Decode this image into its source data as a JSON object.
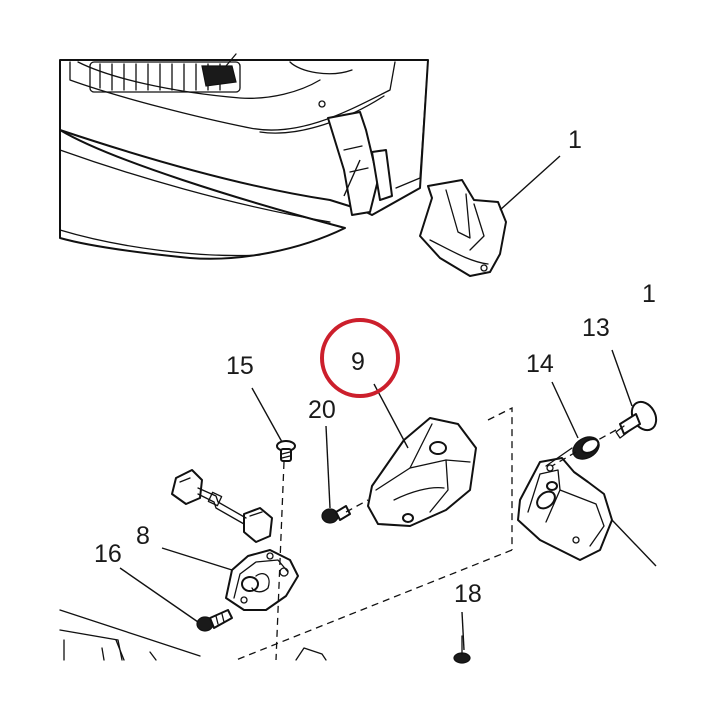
{
  "callouts": {
    "c1_top": "1",
    "c1_right": "1",
    "c13": "13",
    "c14": "14",
    "c15": "15",
    "c9": "9",
    "c20": "20",
    "c8": "8",
    "c16": "16",
    "c18": "18"
  },
  "highlight": {
    "color": "#cc1f2c",
    "target": "9"
  }
}
